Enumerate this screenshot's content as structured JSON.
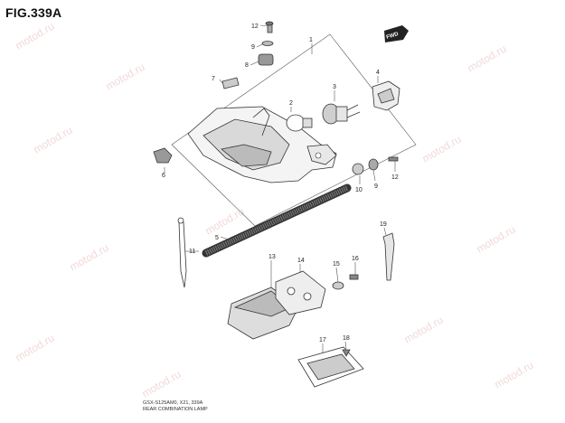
{
  "figure": {
    "title": "FIG.339A",
    "direction_badge": "FWD",
    "footer_line1": "GSX-S125AM0, X21, 339A",
    "footer_line2": "REAR COMBINATION LAMP",
    "watermark": "motod.ru"
  },
  "callouts": {
    "c1": "1",
    "c2": "2",
    "c3": "3",
    "c4": "4",
    "c5": "5",
    "c6": "6",
    "c7": "7",
    "c8": "8",
    "c9a": "9",
    "c9b": "9",
    "c10": "10",
    "c11": "11",
    "c12a": "12",
    "c12b": "12",
    "c13": "13",
    "c14": "14",
    "c15": "15",
    "c16": "16",
    "c17": "17",
    "c18": "18",
    "c19": "19"
  },
  "colors": {
    "line": "#333333",
    "watermark": "#e8b9b9"
  }
}
